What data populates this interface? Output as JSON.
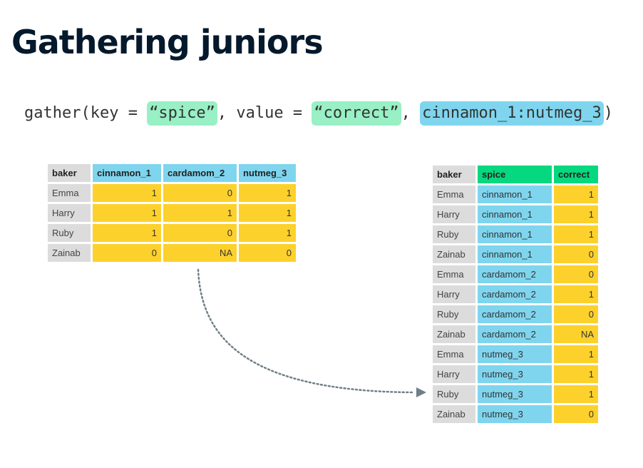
{
  "title": "Gathering juniors",
  "code": {
    "prefix": "gather(key = ",
    "key_arg": "“spice”",
    "middle": ", value = ",
    "value_arg": "“correct”",
    "sep": ", ",
    "cols_arg": "cinnamon_1:nutmeg_3",
    "suffix": ")"
  },
  "wide_table": {
    "headers": [
      "baker",
      "cinnamon_1",
      "cardamom_2",
      "nutmeg_3"
    ],
    "rows": [
      [
        "Emma",
        "1",
        "0",
        "1"
      ],
      [
        "Harry",
        "1",
        "1",
        "1"
      ],
      [
        "Ruby",
        "1",
        "0",
        "1"
      ],
      [
        "Zainab",
        "0",
        "NA",
        "0"
      ]
    ]
  },
  "long_table": {
    "headers": [
      "baker",
      "spice",
      "correct"
    ],
    "rows": [
      [
        "Emma",
        "cinnamon_1",
        "1"
      ],
      [
        "Harry",
        "cinnamon_1",
        "1"
      ],
      [
        "Ruby",
        "cinnamon_1",
        "1"
      ],
      [
        "Zainab",
        "cinnamon_1",
        "0"
      ],
      [
        "Emma",
        "cardamom_2",
        "0"
      ],
      [
        "Harry",
        "cardamom_2",
        "1"
      ],
      [
        "Ruby",
        "cardamom_2",
        "0"
      ],
      [
        "Zainab",
        "cardamom_2",
        "NA"
      ],
      [
        "Emma",
        "nutmeg_3",
        "1"
      ],
      [
        "Harry",
        "nutmeg_3",
        "1"
      ],
      [
        "Ruby",
        "nutmeg_3",
        "1"
      ],
      [
        "Zainab",
        "nutmeg_3",
        "0"
      ]
    ]
  },
  "colors": {
    "title": "#05192d",
    "highlight_green": "#98f0c4",
    "highlight_blue": "#7fd5ee",
    "cell_gray": "#dcdcdc",
    "cell_blue": "#7fd5ee",
    "cell_yellow": "#fdd12c",
    "cell_green": "#06d87f",
    "arrow": "#6f7f86"
  },
  "icons": {
    "arrow": "dotted-curved-arrow"
  }
}
